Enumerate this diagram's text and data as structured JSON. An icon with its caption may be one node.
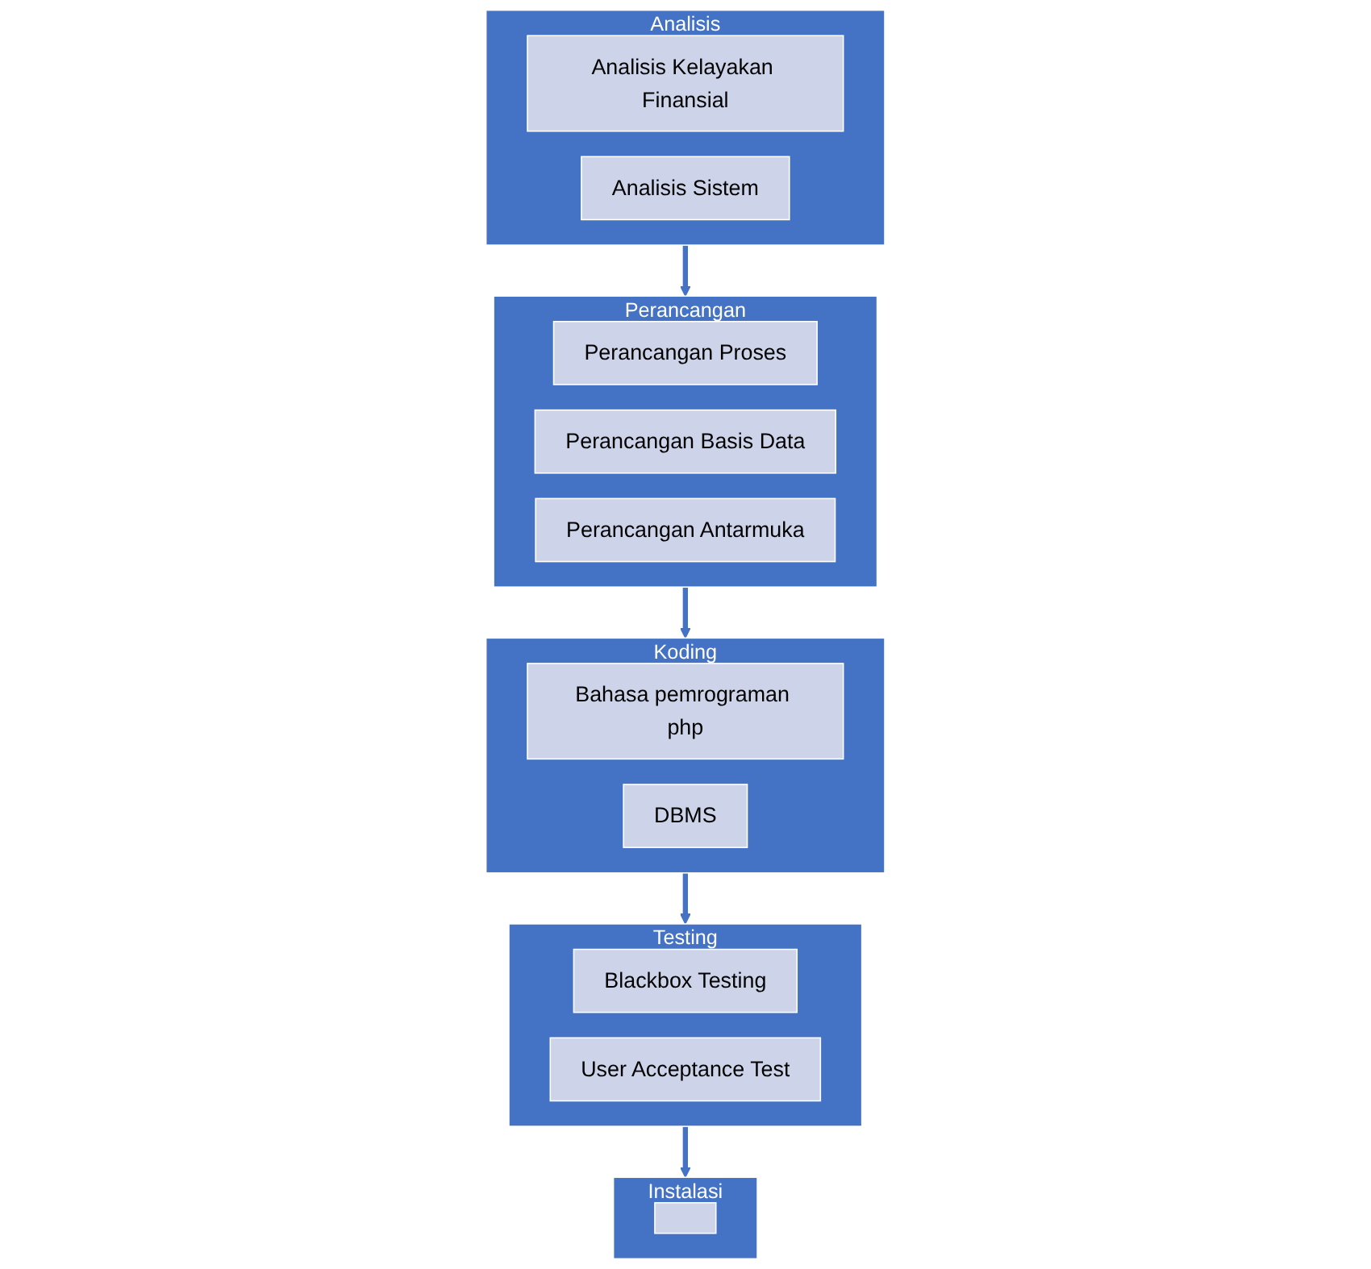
{
  "diagram": {
    "nodes": [
      {
        "text": [
          "Analisis"
        ]
      },
      {
        "text": [
          "Analisis Kelayakan Finansial"
        ],
        "in": 0
      },
      {
        "text": [
          "Analisis Sistem"
        ],
        "in": 0
      },
      {
        "text": [
          "Perancangan"
        ]
      },
      {
        "text": [
          "Perancangan Proses"
        ],
        "in": 3
      },
      {
        "text": [
          "Perancangan Basis Data"
        ],
        "in": 3
      },
      {
        "text": [
          "Perancangan Antarmuka"
        ],
        "in": 3
      },
      {
        "text": [
          "Koding"
        ]
      },
      {
        "text": [
          "Bahasa pemrograman php"
        ],
        "in": 7
      },
      {
        "text": [
          "DBMS"
        ],
        "in": 7
      },
      {
        "text": [
          "Testing"
        ]
      },
      {
        "text": [
          "Blackbox Testing"
        ],
        "in": 10
      },
      {
        "text": [
          "User Acceptance Test"
        ],
        "in": 10
      },
      {
        "text": [
          "Instalasi"
        ]
      },
      {
        "text": [],
        "shape": "box",
        "in": 13
      }
    ],
    "edges": [
      {
        "from": 0,
        "to": 3,
        "arrow": "to"
      },
      {
        "from": 3,
        "to": 7,
        "arrow": "to"
      },
      {
        "from": 7,
        "to": 10,
        "arrow": "to"
      },
      {
        "from": 10,
        "to": 13,
        "arrow": "to"
      }
    ]
  }
}
